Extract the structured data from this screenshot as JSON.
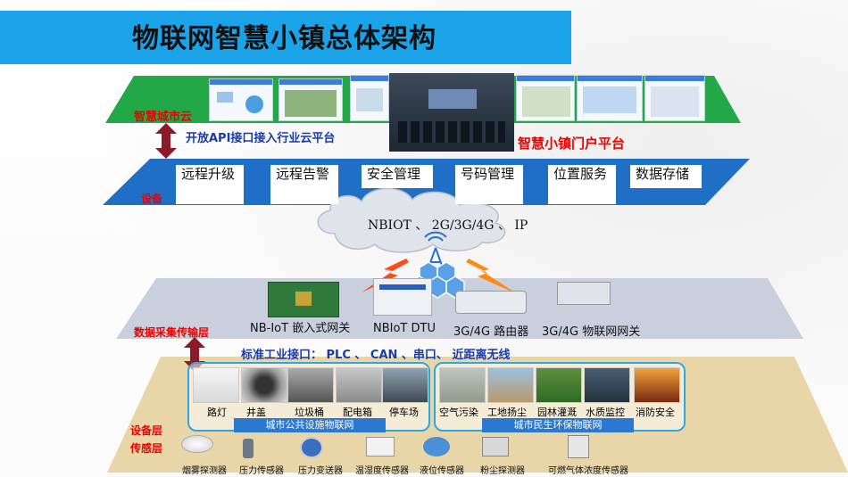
{
  "title": "物联网智慧小镇总体架构",
  "top_layer": {
    "label": "智慧城市云",
    "api_text": "开放API接口接入行业云平台",
    "portal_text": "智慧小镇门户平台"
  },
  "platform_layer": {
    "label": "设备",
    "modules": [
      {
        "label": "远程升级"
      },
      {
        "label": "远程告警"
      },
      {
        "label": "安全管理"
      },
      {
        "label": "号码管理"
      },
      {
        "label": "位置服务"
      },
      {
        "label": "数据存储"
      }
    ]
  },
  "network_text": "NBIOT 、 2G/3G/4G 、 IP",
  "transport_layer": {
    "label": "数据采集传输层",
    "devices": [
      {
        "label": "NB-IoT 嵌入式网关"
      },
      {
        "label": "NBIoT DTU"
      },
      {
        "label": "3G/4G 路由器"
      },
      {
        "label": "3G/4G 物联网网关"
      }
    ],
    "interface_text": "标准工业接口： PLC 、 CAN 、串口、 近距离无线"
  },
  "device_layer": {
    "label": "设备层",
    "public_panel": {
      "caption": "城市公共设施物联网",
      "items": [
        {
          "label": "路灯"
        },
        {
          "label": "井盖"
        },
        {
          "label": "垃圾桶"
        },
        {
          "label": "配电箱"
        },
        {
          "label": "停车场"
        }
      ]
    },
    "env_panel": {
      "caption": "城市民生环保物联网",
      "items": [
        {
          "label": "空气污染"
        },
        {
          "label": "工地扬尘"
        },
        {
          "label": "园林灌溉"
        },
        {
          "label": "水质监控"
        },
        {
          "label": "消防安全"
        }
      ]
    }
  },
  "sensor_layer": {
    "label": "传感层",
    "sensors": [
      {
        "label": "烟雾探测器"
      },
      {
        "label": "压力传感器"
      },
      {
        "label": "压力变送器"
      },
      {
        "label": "温湿度传感器"
      },
      {
        "label": "液位传感器"
      },
      {
        "label": "粉尘探测器"
      },
      {
        "label": "可燃气体浓度传感器"
      }
    ]
  },
  "colors": {
    "title_bar": "#1aa3e8",
    "cloud_layer": "#22a846",
    "platform_layer": "#1f6fc6",
    "transport_layer": "#c9cfdc",
    "device_layer": "#e8d6a8",
    "arrow": "#8b1a2a"
  }
}
